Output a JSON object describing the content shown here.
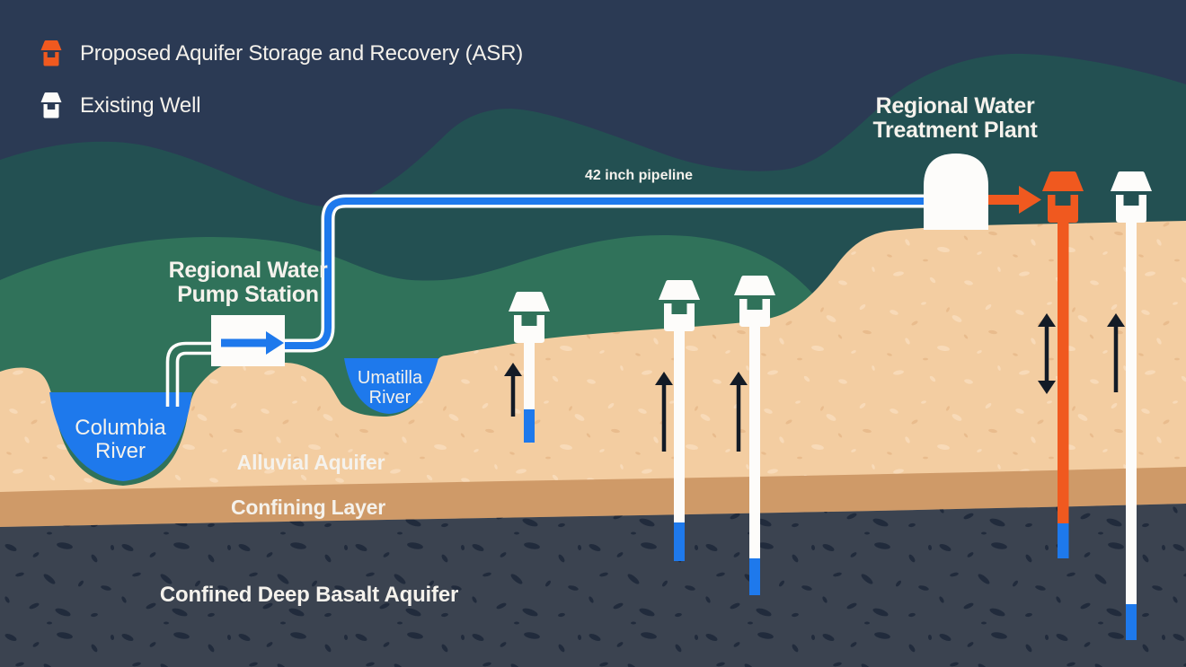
{
  "legend": {
    "items": [
      {
        "label": "Proposed Aquifer Storage and Recovery (ASR)",
        "icon": "asr-well-icon",
        "color": "#F0591F"
      },
      {
        "label": "Existing Well",
        "icon": "existing-well-icon",
        "color": "#FDFCFA"
      }
    ]
  },
  "labels": {
    "treatment_plant": {
      "line1": "Regional Water",
      "line2": "Treatment Plant"
    },
    "pump_station": {
      "line1": "Regional Water",
      "line2": "Pump Station"
    },
    "pipeline": "42 inch pipeline",
    "columbia_river": {
      "line1": "Columbia",
      "line2": "River"
    },
    "umatilla_river": {
      "line1": "Umatilla",
      "line2": "River"
    },
    "alluvial_aquifer": "Alluvial Aquifer",
    "confining_layer": "Confining Layer",
    "basalt_aquifer": "Confined Deep Basalt Aquifer"
  },
  "colors": {
    "sky": "#2B3A54",
    "hills_back": "#235052",
    "hills_front": "#30725A",
    "sand": "#F3CDA1",
    "confining": "#CF9A68",
    "basalt": "#3B4350",
    "water": "#1E79EC",
    "accent_orange": "#F0591F",
    "well_white": "#FDFCFA",
    "arrow_dark": "#131B26",
    "text": "#F5F2EC"
  }
}
